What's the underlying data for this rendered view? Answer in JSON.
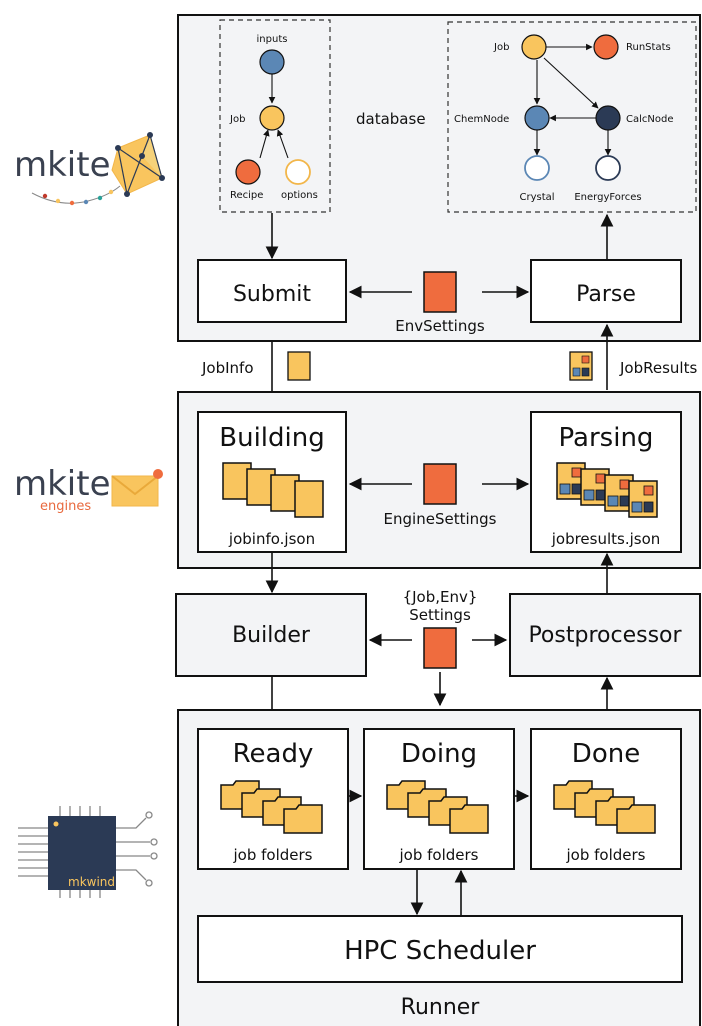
{
  "colors": {
    "yellow": "#f9c55e",
    "orange": "#ef6c3e",
    "blue": "#5b87b5",
    "navy": "#2b3a55",
    "panel": "#f3f4f6"
  },
  "logos": {
    "mkite": "mkite",
    "engines_main": "mkite",
    "engines_sub": "engines",
    "mkwind": "mkwind"
  },
  "graph_left": {
    "nodes": [
      "inputs",
      "Job",
      "Recipe",
      "options"
    ]
  },
  "graph_right": {
    "nodes": [
      "Job",
      "RunStats",
      "ChemNode",
      "CalcNode",
      "Crystal",
      "EnergyForces"
    ]
  },
  "database_label": "database",
  "boxes": {
    "submit": "Submit",
    "parse": "Parse",
    "building": "Building",
    "parsing": "Parsing",
    "builder": "Builder",
    "postprocessor": "Postprocessor",
    "ready": "Ready",
    "doing": "Doing",
    "done": "Done",
    "hpc": "HPC Scheduler"
  },
  "labels": {
    "env_settings": "EnvSettings",
    "job_info": "JobInfo",
    "job_results": "JobResults",
    "engine_settings": "EngineSettings",
    "jobinfo_json": "jobinfo.json",
    "jobresults_json": "jobresults.json",
    "job_env_line1": "{Job,Env}",
    "job_env_line2": "Settings",
    "job_folders": "job folders",
    "runner": "Runner"
  }
}
